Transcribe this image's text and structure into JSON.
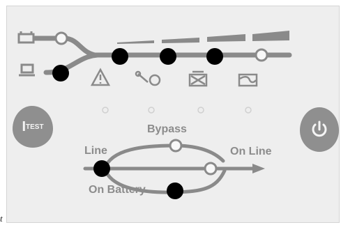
{
  "panel": {
    "test_button": {
      "main": "I",
      "sub": "TEST"
    },
    "power_button": {
      "icon": "power-icon"
    },
    "load_level_bars": 4,
    "fault_icons": [
      "warning-icon",
      "overload-icon",
      "battery-fault-icon",
      "site-wiring-icon"
    ],
    "flow_labels": {
      "bypass": "Bypass",
      "line": "Line",
      "on_line": "On Line",
      "on_battery": "On Battery"
    }
  },
  "corner_mark": "t",
  "colors": {
    "panel_bg": "#eeeeee",
    "line_gray": "#8a8a8a",
    "label_gray": "#8c8c8c",
    "button_gray": "#8f8f8f",
    "indicator_dot": "#000000"
  }
}
